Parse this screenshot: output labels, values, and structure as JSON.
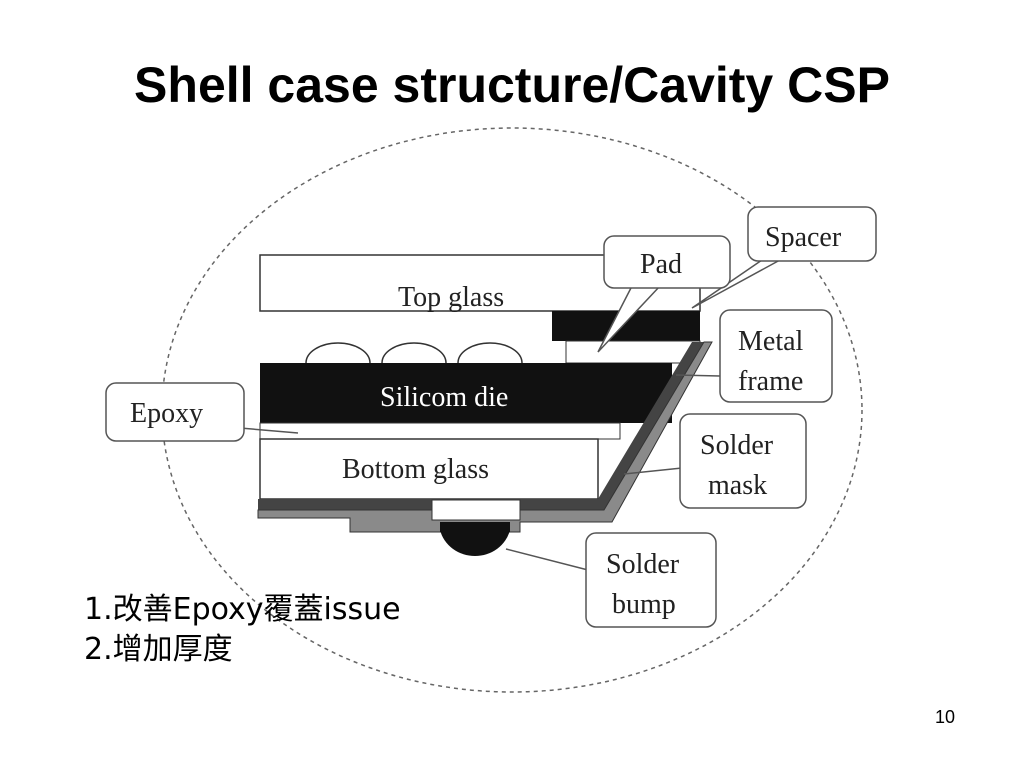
{
  "slide": {
    "title": "Shell case structure/Cavity CSP",
    "page_number": "10"
  },
  "diagram": {
    "layers": {
      "top_glass": "Top glass",
      "silicon_die": "Silicom die",
      "bottom_glass": "Bottom glass"
    },
    "callouts": {
      "spacer": "Spacer",
      "pad": "Pad",
      "metal_frame_line1": "Metal",
      "metal_frame_line2": "frame",
      "epoxy": "Epoxy",
      "solder_mask_line1": "Solder",
      "solder_mask_line2": "mask",
      "solder_bump_line1": "Solder",
      "solder_bump_line2": "bump"
    }
  },
  "notes": [
    "1.改善Epoxy覆蓋issue",
    "2.增加厚度"
  ]
}
